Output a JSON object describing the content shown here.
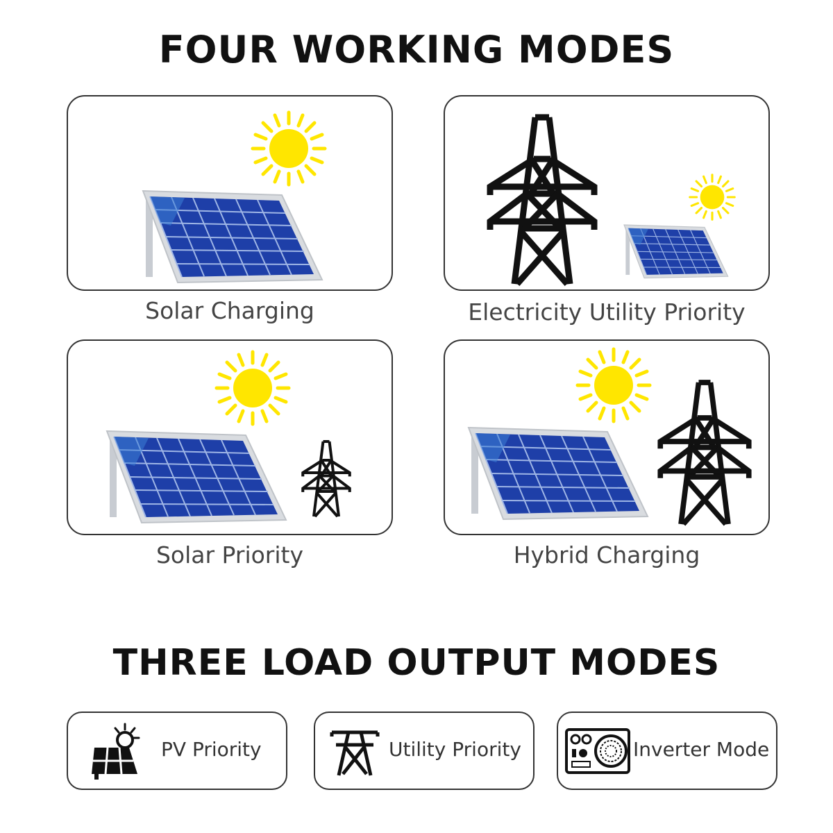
{
  "working_modes": {
    "title": "FOUR WORKING MODES",
    "items": [
      {
        "label": "Solar Charging",
        "icons": [
          "solar-panel-icon",
          "sun-icon"
        ]
      },
      {
        "label": "Electricity Utility Priority",
        "icons": [
          "power-tower-icon",
          "solar-panel-icon",
          "sun-icon"
        ]
      },
      {
        "label": "Solar Priority",
        "icons": [
          "solar-panel-icon",
          "sun-icon",
          "power-tower-icon"
        ]
      },
      {
        "label": "Hybrid Charging",
        "icons": [
          "solar-panel-icon",
          "sun-icon",
          "power-tower-icon"
        ]
      }
    ]
  },
  "load_output_modes": {
    "title": "THREE LOAD OUTPUT MODES",
    "items": [
      {
        "label": "PV Priority",
        "icon": "pv-sun-panel-icon"
      },
      {
        "label": "Utility Priority",
        "icon": "power-tower-icon"
      },
      {
        "label": "Inverter Mode",
        "icon": "inverter-icon"
      }
    ]
  },
  "colors": {
    "sun": "#FFE600",
    "panel_blue": "#1E3FA8",
    "panel_frame": "#D9DCE0",
    "outline": "#333333",
    "caption": "#444444"
  }
}
